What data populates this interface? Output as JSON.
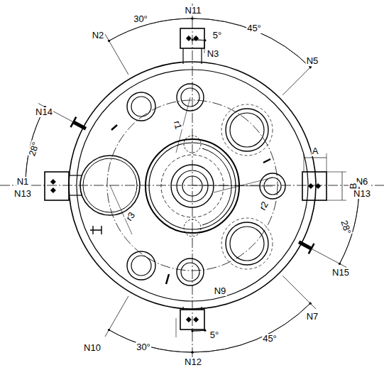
{
  "diagram": {
    "labels": [
      "N11",
      "30°",
      "45°",
      "5°",
      "N2",
      "N3",
      "N5",
      "N14",
      "r1",
      "28°",
      "N1",
      "N13",
      "A",
      "N6",
      "N13",
      "B",
      "r2",
      "r3",
      "28°",
      "N15",
      "N9",
      "N7",
      "5°",
      "N10",
      "30°",
      "45°",
      "N12"
    ]
  }
}
